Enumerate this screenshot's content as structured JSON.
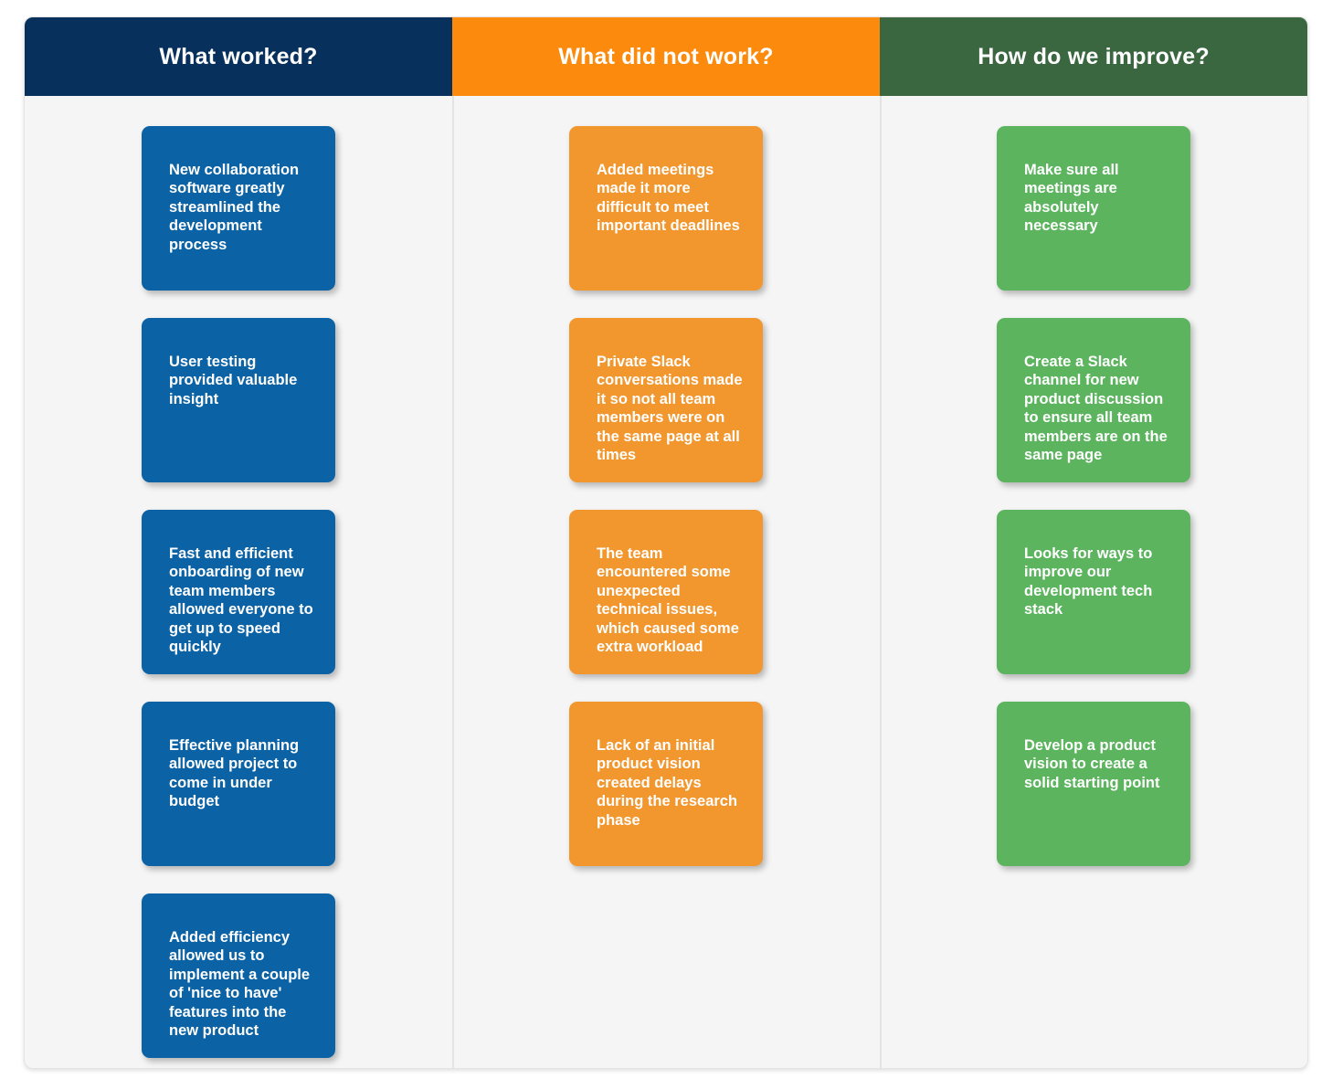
{
  "board": {
    "background_color": "#f5f5f5",
    "page_background": "#ffffff"
  },
  "columns": [
    {
      "id": "what-worked",
      "title": "What worked?",
      "header_color": "#07315c",
      "card_color": "#0b62a4",
      "cards": [
        {
          "text": "New collaboration software greatly streamlined the development process"
        },
        {
          "text": "User testing provided valuable insight"
        },
        {
          "text": "Fast and efficient onboarding of new team members allowed everyone to get up to speed quickly"
        },
        {
          "text": "Effective planning allowed project to come in under budget"
        },
        {
          "text": "Added efficiency allowed us to implement a couple of 'nice to have' features into the new product"
        }
      ]
    },
    {
      "id": "what-did-not-work",
      "title": "What did not work?",
      "header_color": "#fc8a0c",
      "card_color": "#f2962e",
      "cards": [
        {
          "text": "Added meetings made it more difficult to meet important deadlines"
        },
        {
          "text": "Private Slack conversations made it so not all team members were on the same page at all times"
        },
        {
          "text": "The team encountered some unexpected technical issues, which caused some extra workload"
        },
        {
          "text": "Lack of an initial product vision created delays during the research phase"
        }
      ]
    },
    {
      "id": "how-do-we-improve",
      "title": "How do we improve?",
      "header_color": "#3a6640",
      "card_color": "#5cb45f",
      "cards": [
        {
          "text": "Make sure all meetings are absolutely necessary"
        },
        {
          "text": "Create a Slack channel for new product discussion to ensure all team members are on the same page"
        },
        {
          "text": "Looks for ways to improve our development tech stack"
        },
        {
          "text": "Develop a product vision to create a solid starting point"
        }
      ]
    }
  ]
}
